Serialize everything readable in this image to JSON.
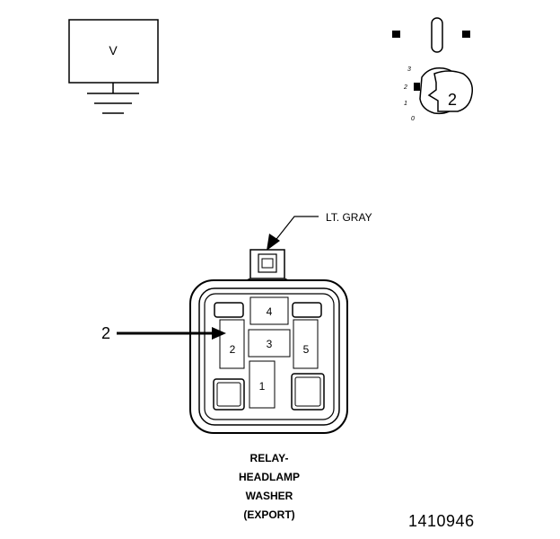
{
  "voltmeter": {
    "symbol": "V"
  },
  "ignition_switch": {
    "position_labels": [
      "3",
      "2",
      "1",
      "0"
    ],
    "selected_position": "2"
  },
  "connector": {
    "wire_color_label": "LT. GRAY",
    "pointer_label": "2",
    "cavities": [
      "4",
      "2",
      "3",
      "5",
      "1"
    ]
  },
  "caption": {
    "lines": [
      "RELAY-",
      "HEADLAMP",
      "WASHER",
      "(EXPORT)"
    ]
  },
  "figure_number": "1410946"
}
